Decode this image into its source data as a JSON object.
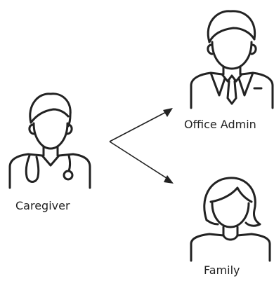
{
  "nodes": {
    "caregiver": {
      "label": "Caregiver",
      "icon": "doctor-with-stethoscope-icon"
    },
    "office_admin": {
      "label": "Office Admin",
      "icon": "businessman-with-tie-icon"
    },
    "family": {
      "label": "Family",
      "icon": "woman-icon"
    }
  },
  "edges": [
    {
      "from": "Caregiver",
      "to": "Office Admin"
    },
    {
      "from": "Caregiver",
      "to": "Family"
    }
  ],
  "colors": {
    "stroke": "#222222",
    "background": "#ffffff"
  }
}
